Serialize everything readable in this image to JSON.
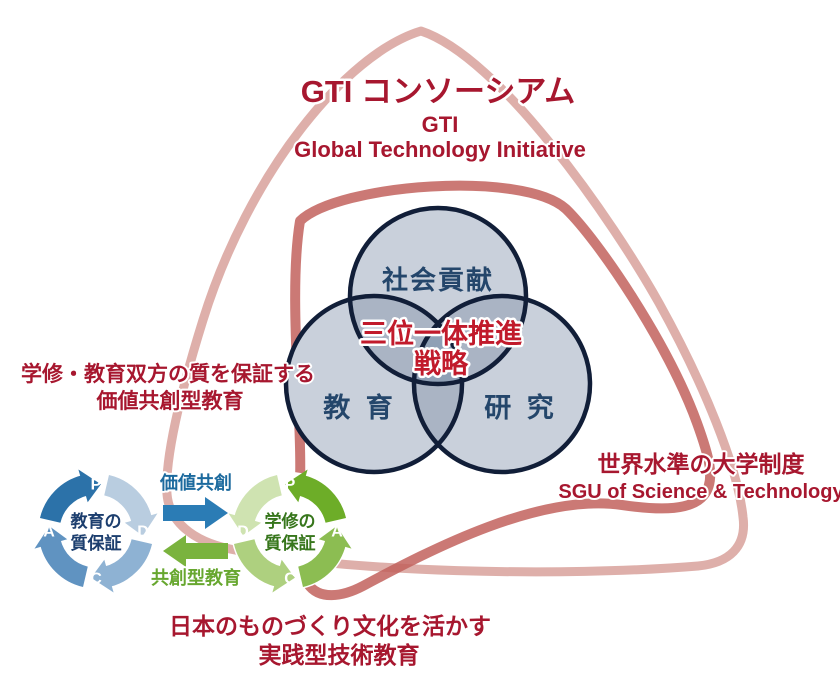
{
  "colors": {
    "heading_red": "#a7172f",
    "center_red": "#c11a2b",
    "navy_text": "#24466b",
    "circle_fill": "#c9d0db",
    "overlap_fill": "#aab4c4",
    "core_fill": "#8fa0b5",
    "circle_stroke": "#111e38",
    "triangle_outer": "#d9a49e",
    "triangle_inner": "#c2625d",
    "exchange_blue_label": "#1c6a9e",
    "exchange_green_label": "#67a72f",
    "arrow_blue": "#2b7cb5",
    "arrow_green": "#7ab33e"
  },
  "header": {
    "title": "GTI コンソーシアム",
    "subtitle1": "GTI",
    "subtitle2": "Global Technology Initiative"
  },
  "venn": {
    "top": "社会貢献",
    "left": "教 育",
    "right": "研 究",
    "center_line1": "三位一体推進",
    "center_line2": "戦略"
  },
  "left_label": {
    "line1": "学修・教育双方の質を保証する",
    "line2": "価値共創型教育"
  },
  "right_label": {
    "line1": "世界水準の大学制度",
    "line2": "SGU of Science & Technology"
  },
  "bottom_label": {
    "line1": "日本のものづくり文化を活かす",
    "line2": "実践型技術教育"
  },
  "exchange": {
    "top_label": "価値共創",
    "bottom_label": "共創型教育"
  },
  "pdca": {
    "left": {
      "label_line1": "教育の",
      "label_line2": "質保証",
      "letters": [
        "P",
        "D",
        "C",
        "A"
      ],
      "colors": [
        "#b9cde0",
        "#8eb2d3",
        "#6093c1",
        "#2c72a9"
      ],
      "text_color": "#1c3e6e",
      "direction": "cw"
    },
    "right": {
      "label_line1": "学修の",
      "label_line2": "質保証",
      "letters": [
        "P",
        "A",
        "C",
        "D"
      ],
      "colors": [
        "#cfe3b1",
        "#aed07f",
        "#8cbd52",
        "#6dad28"
      ],
      "text_color": "#37761c",
      "direction": "ccw"
    }
  }
}
